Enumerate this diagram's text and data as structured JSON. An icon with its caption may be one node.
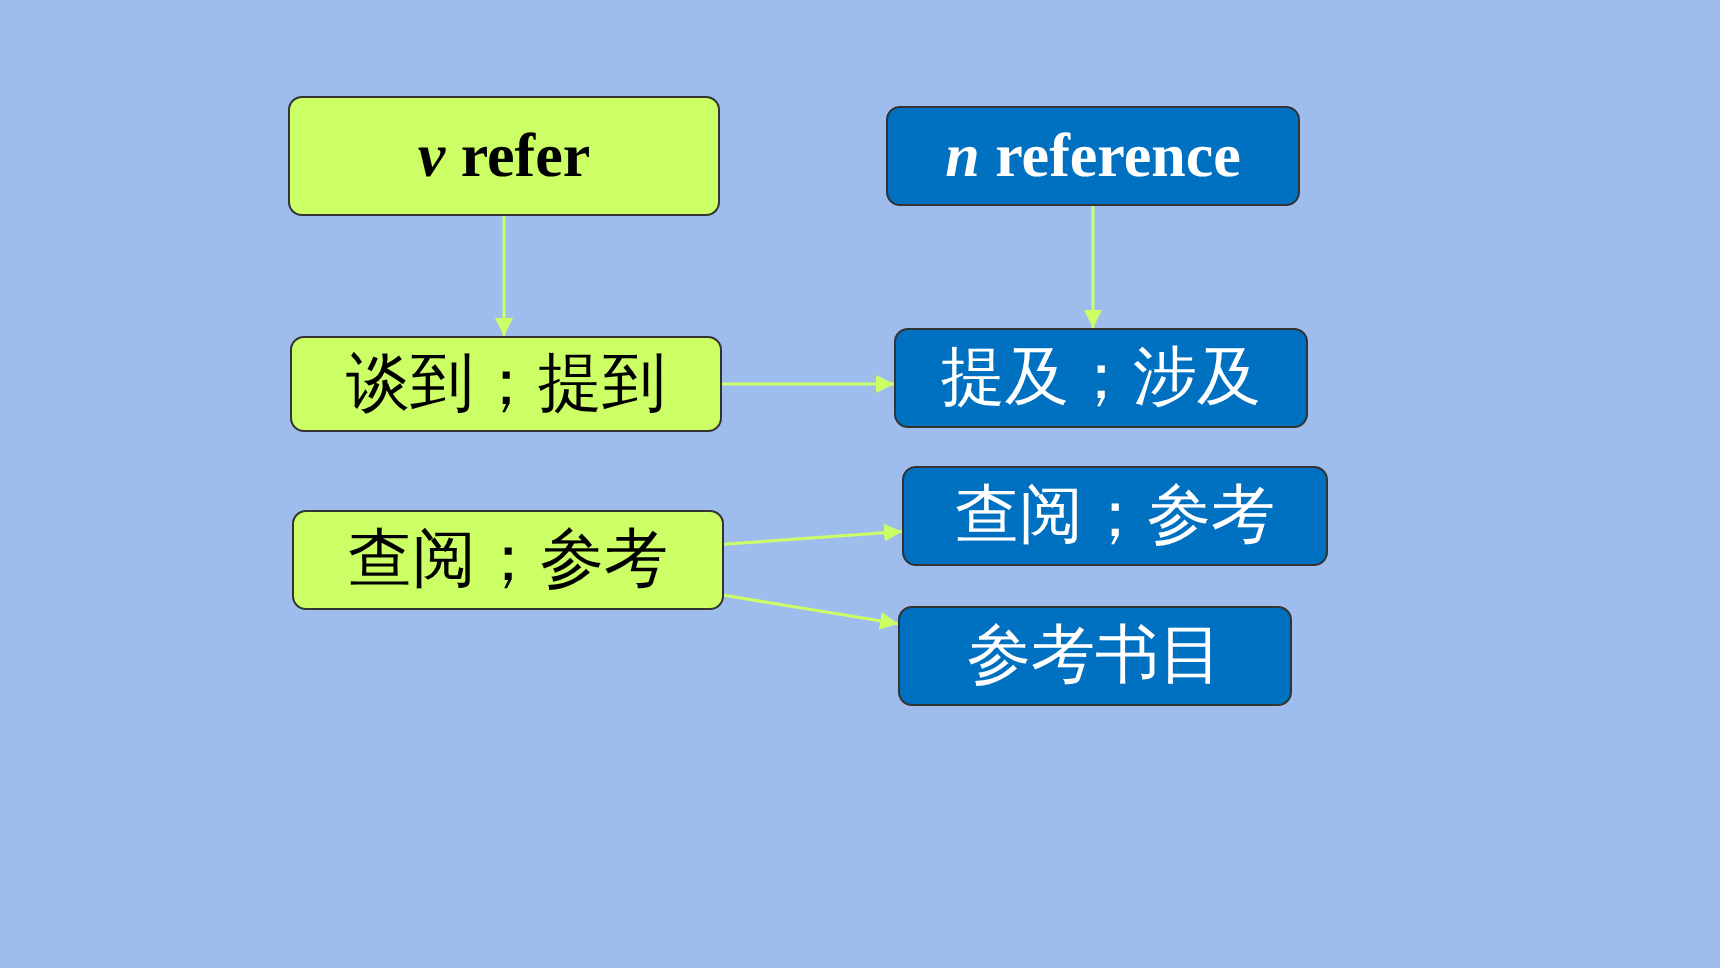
{
  "diagram": {
    "nodes": [
      {
        "text": [
          "*v* refer"
        ]
      },
      {
        "text": [
          "*n* reference"
        ]
      },
      {
        "text": [
          "谈到；提到"
        ]
      },
      {
        "text": [
          "提及；涉及"
        ]
      },
      {
        "text": [
          "查阅；参考"
        ]
      },
      {
        "text": [
          "查阅；参考"
        ]
      },
      {
        "text": [
          "参考书目"
        ]
      }
    ],
    "edges": [
      {
        "from": 0,
        "to": 2,
        "arrow": "to"
      },
      {
        "from": 1,
        "to": 3,
        "arrow": "to"
      },
      {
        "from": 2,
        "to": 3,
        "arrow": "to"
      },
      {
        "from": 4,
        "to": 5,
        "arrow": "to"
      },
      {
        "from": 4,
        "to": 6,
        "arrow": "to"
      }
    ]
  }
}
